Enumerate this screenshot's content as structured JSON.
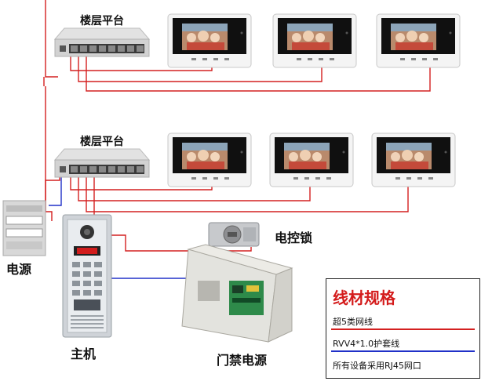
{
  "labels": {
    "floor_platform_top": "楼层平台",
    "floor_platform_mid": "楼层平台",
    "power_supply": "电源",
    "main_unit": "主机",
    "electric_lock": "电控锁",
    "access_power": "门禁电源"
  },
  "legend": {
    "title": "线材规格",
    "items": [
      {
        "text": "超5类网线",
        "color": "#d42020"
      },
      {
        "text": "RVV4*1.0护套线",
        "color": "#2030c8"
      },
      {
        "text": "所有设备采用RJ45网口",
        "color": ""
      }
    ]
  },
  "colors": {
    "network_cable": "#d42020",
    "sheath_cable": "#2030c8"
  },
  "icons": {
    "switch": "network-switch-icon",
    "monitor": "indoor-monitor-icon",
    "power": "power-supply-icon",
    "panel": "door-station-icon",
    "lock": "electric-lock-icon",
    "access": "access-power-box-icon"
  }
}
